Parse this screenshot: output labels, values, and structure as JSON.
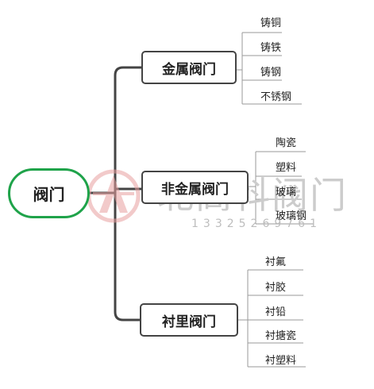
{
  "root": {
    "label": "阀门"
  },
  "branches": [
    {
      "label": "金属阀门",
      "leaves": [
        "铸铜",
        "铸铁",
        "铸钢",
        "不锈钢"
      ]
    },
    {
      "label": "非金属阀门",
      "leaves": [
        "陶瓷",
        "塑料",
        "玻璃",
        "玻璃钢"
      ]
    },
    {
      "label": "衬里阀门",
      "leaves": [
        "衬氟",
        "衬胶",
        "衬铅",
        "衬搪瓷",
        "衬塑料"
      ]
    }
  ],
  "watermark": {
    "company": "北高科阀门",
    "phone": "13325269761"
  },
  "colors": {
    "root_border": "#1fa34a",
    "connector": "#444444",
    "leaf_line": "#9a9a9a",
    "watermark_logo": "#e8a0a0"
  }
}
